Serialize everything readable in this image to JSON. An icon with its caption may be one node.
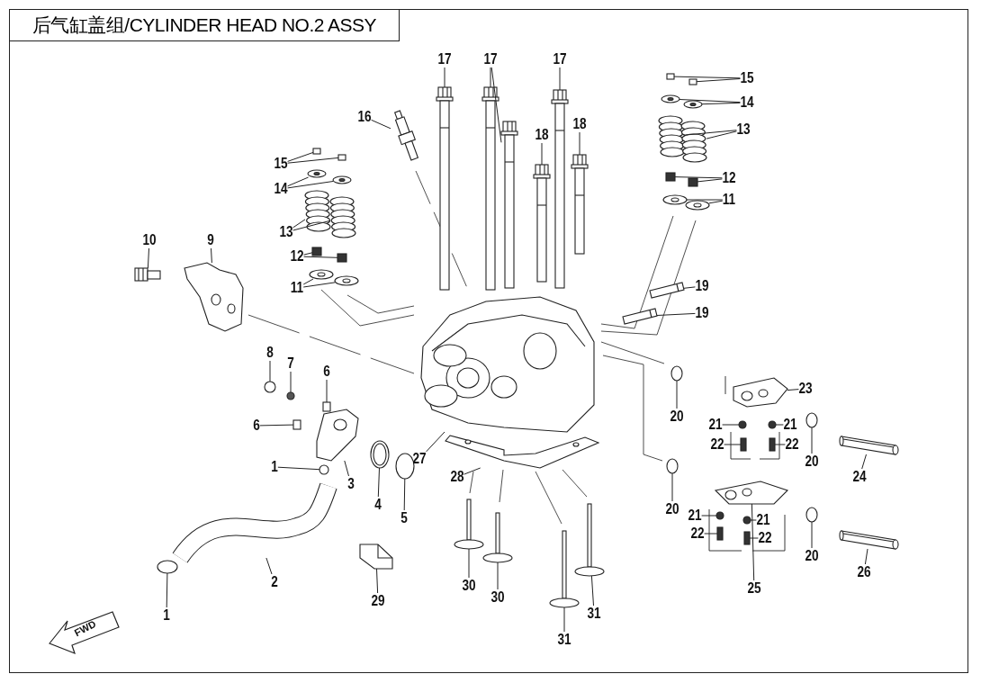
{
  "diagram": {
    "title": "后气缸盖组/CYLINDER HEAD NO.2 ASSY",
    "nodes": [
      {
        "text": [
          "17"
        ]
      },
      {
        "text": [
          "17"
        ]
      },
      {
        "text": [
          "17"
        ]
      },
      {
        "text": [
          "15"
        ]
      },
      {
        "text": [
          "16"
        ]
      },
      {
        "text": [
          "14"
        ]
      },
      {
        "text": [
          "18"
        ]
      },
      {
        "text": [
          "18"
        ]
      },
      {
        "text": [
          "13"
        ]
      },
      {
        "text": [
          "15"
        ]
      },
      {
        "text": [
          "14"
        ]
      },
      {
        "text": [
          "12"
        ]
      },
      {
        "text": [
          "11"
        ]
      },
      {
        "text": [
          "13"
        ]
      },
      {
        "text": [
          "10"
        ]
      },
      {
        "text": [
          "9"
        ]
      },
      {
        "text": [
          "12"
        ]
      },
      {
        "text": [
          "11"
        ]
      },
      {
        "text": [
          "19"
        ]
      },
      {
        "text": [
          "19"
        ]
      },
      {
        "text": [
          "8"
        ]
      },
      {
        "text": [
          "7"
        ]
      },
      {
        "text": [
          "6"
        ]
      },
      {
        "text": [
          "23"
        ]
      },
      {
        "text": [
          "20"
        ]
      },
      {
        "text": [
          "6"
        ]
      },
      {
        "text": [
          "27"
        ]
      },
      {
        "text": [
          "21"
        ]
      },
      {
        "text": [
          "21"
        ]
      },
      {
        "text": [
          "22"
        ]
      },
      {
        "text": [
          "22"
        ]
      },
      {
        "text": [
          "20"
        ]
      },
      {
        "text": [
          "28"
        ]
      },
      {
        "text": [
          "1"
        ]
      },
      {
        "text": [
          "3"
        ]
      },
      {
        "text": [
          "24"
        ]
      },
      {
        "text": [
          "4"
        ]
      },
      {
        "text": [
          "5"
        ]
      },
      {
        "text": [
          "20"
        ]
      },
      {
        "text": [
          "21"
        ]
      },
      {
        "text": [
          "21"
        ]
      },
      {
        "text": [
          "22"
        ]
      },
      {
        "text": [
          "22"
        ]
      },
      {
        "text": [
          "20"
        ]
      },
      {
        "text": [
          "2"
        ]
      },
      {
        "text": [
          "25"
        ]
      },
      {
        "text": [
          "26"
        ]
      },
      {
        "text": [
          "30"
        ]
      },
      {
        "text": [
          "30"
        ]
      },
      {
        "text": [
          "29"
        ]
      },
      {
        "text": [
          "31"
        ]
      },
      {
        "text": [
          "1"
        ]
      },
      {
        "text": [
          "31"
        ]
      },
      {
        "text": [],
        "shape": "picture"
      },
      {
        "text": [],
        "shape": "picture"
      },
      {
        "text": [],
        "shape": "picture"
      },
      {
        "text": [],
        "shape": "picture"
      },
      {
        "text": [],
        "shape": "box"
      },
      {
        "text": [],
        "shape": "box"
      },
      {
        "text": [],
        "shape": "picture"
      },
      {
        "text": [],
        "shape": "picture"
      },
      {
        "text": [],
        "shape": "picture"
      },
      {
        "text": [],
        "shape": "picture"
      },
      {
        "text": [],
        "shape": "picture"
      },
      {
        "text": [],
        "shape": "picture"
      },
      {
        "text": [],
        "shape": "picture"
      },
      {
        "text": [],
        "shape": "box"
      },
      {
        "text": [],
        "shape": "box"
      },
      {
        "text": [],
        "shape": "picture"
      },
      {
        "text": [],
        "shape": "picture"
      },
      {
        "text": [],
        "shape": "box"
      },
      {
        "text": [],
        "shape": "box"
      },
      {
        "text": [],
        "shape": "picture"
      },
      {
        "text": [],
        "shape": "picture"
      },
      {
        "text": [],
        "shape": "picture"
      },
      {
        "text": [],
        "shape": "picture"
      },
      {
        "text": [],
        "shape": "picture"
      },
      {
        "text": [],
        "shape": "picture"
      },
      {
        "text": [],
        "shape": "box"
      },
      {
        "text": [],
        "shape": "box"
      },
      {
        "text": [],
        "shape": "picture"
      },
      {
        "text": [],
        "shape": "picture"
      },
      {
        "text": [],
        "shape": "picture"
      },
      {
        "text": [],
        "shape": "picture"
      },
      {
        "text": [],
        "shape": "circle"
      },
      {
        "text": [],
        "shape": "circle"
      },
      {
        "text": [],
        "shape": "box"
      },
      {
        "text": [],
        "shape": "picture"
      },
      {
        "text": [],
        "shape": "circle"
      },
      {
        "text": [],
        "shape": "box"
      },
      {
        "text": [],
        "shape": "picture"
      },
      {
        "text": [],
        "shape": "circle"
      },
      {
        "text": [],
        "shape": "circle"
      },
      {
        "text": [],
        "shape": "box"
      },
      {
        "text": [],
        "shape": "box"
      },
      {
        "text": [],
        "shape": "circle"
      },
      {
        "text": [],
        "shape": "picture"
      },
      {
        "text": [],
        "shape": "circle"
      },
      {
        "text": [],
        "shape": "picture"
      },
      {
        "text": [],
        "shape": "picture"
      },
      {
        "text": [],
        "shape": "picture"
      },
      {
        "text": [],
        "shape": "circle"
      },
      {
        "text": [],
        "shape": "circle"
      },
      {
        "text": [],
        "shape": "circle"
      },
      {
        "text": [],
        "shape": "circle"
      },
      {
        "text": [],
        "shape": "box"
      },
      {
        "text": [],
        "shape": "box"
      },
      {
        "text": [],
        "shape": "circle"
      },
      {
        "text": [],
        "shape": "picture"
      },
      {
        "text": [],
        "shape": "picture"
      },
      {
        "text": [],
        "shape": "picture"
      },
      {
        "text": [],
        "shape": "picture"
      },
      {
        "text": [],
        "shape": "picture"
      },
      {
        "text": [],
        "shape": "picture"
      },
      {
        "text": [],
        "shape": "picture"
      },
      {
        "text": [],
        "shape": "circle"
      },
      {
        "text": [],
        "shape": "picture"
      }
    ],
    "edges": [
      {
        "from": 0,
        "to": 53,
        "arrow": "none"
      },
      {
        "from": 1,
        "to": 54,
        "arrow": "none"
      },
      {
        "from": 1,
        "to": 55,
        "arrow": "none"
      },
      {
        "from": 2,
        "to": 56,
        "arrow": "none"
      },
      {
        "from": 3,
        "to": 57,
        "arrow": "none"
      },
      {
        "from": 3,
        "to": 58,
        "arrow": "none"
      },
      {
        "from": 4,
        "to": 59,
        "arrow": "none"
      },
      {
        "from": 5,
        "to": 60,
        "arrow": "none"
      },
      {
        "from": 5,
        "to": 61,
        "arrow": "none"
      },
      {
        "from": 6,
        "to": 62,
        "arrow": "none"
      },
      {
        "from": 7,
        "to": 63,
        "arrow": "none"
      },
      {
        "from": 8,
        "to": 64,
        "arrow": "none"
      },
      {
        "from": 8,
        "to": 65,
        "arrow": "none"
      },
      {
        "from": 9,
        "to": 66,
        "arrow": "none"
      },
      {
        "from": 9,
        "to": 67,
        "arrow": "none"
      },
      {
        "from": 10,
        "to": 68,
        "arrow": "none"
      },
      {
        "from": 10,
        "to": 69,
        "arrow": "none"
      },
      {
        "from": 11,
        "to": 70,
        "arrow": "none"
      },
      {
        "from": 11,
        "to": 71,
        "arrow": "none"
      },
      {
        "from": 12,
        "to": 72,
        "arrow": "none"
      },
      {
        "from": 12,
        "to": 73,
        "arrow": "none"
      },
      {
        "from": 13,
        "to": 74,
        "arrow": "none"
      },
      {
        "from": 13,
        "to": 75,
        "arrow": "none"
      },
      {
        "from": 14,
        "to": 76,
        "arrow": "none"
      },
      {
        "from": 15,
        "to": 77,
        "arrow": "none"
      },
      {
        "from": 16,
        "to": 78,
        "arrow": "none"
      },
      {
        "from": 16,
        "to": 79,
        "arrow": "none"
      },
      {
        "from": 17,
        "to": 80,
        "arrow": "none"
      },
      {
        "from": 17,
        "to": 81,
        "arrow": "none"
      },
      {
        "from": 18,
        "to": 82,
        "arrow": "none"
      },
      {
        "from": 19,
        "to": 83,
        "arrow": "none"
      },
      {
        "from": 20,
        "to": 84,
        "arrow": "none"
      },
      {
        "from": 21,
        "to": 85,
        "arrow": "none"
      },
      {
        "from": 22,
        "to": 86,
        "arrow": "none"
      },
      {
        "from": 23,
        "to": 87,
        "arrow": "none"
      },
      {
        "from": 24,
        "to": 88,
        "arrow": "none"
      },
      {
        "from": 25,
        "to": 89,
        "arrow": "none"
      },
      {
        "from": 26,
        "to": 90,
        "arrow": "none"
      },
      {
        "from": 27,
        "to": 91,
        "arrow": "none"
      },
      {
        "from": 28,
        "to": 92,
        "arrow": "none"
      },
      {
        "from": 29,
        "to": 93,
        "arrow": "none"
      },
      {
        "from": 30,
        "to": 94,
        "arrow": "none"
      },
      {
        "from": 31,
        "to": 95,
        "arrow": "none"
      },
      {
        "from": 32,
        "to": 96,
        "arrow": "none"
      },
      {
        "from": 33,
        "to": 97,
        "arrow": "none"
      },
      {
        "from": 34,
        "to": 98,
        "arrow": "none"
      },
      {
        "from": 35,
        "to": 99,
        "arrow": "none"
      },
      {
        "from": 36,
        "to": 100,
        "arrow": "none"
      },
      {
        "from": 37,
        "to": 101,
        "arrow": "none"
      },
      {
        "from": 38,
        "to": 102,
        "arrow": "none"
      },
      {
        "from": 39,
        "to": 103,
        "arrow": "none"
      },
      {
        "from": 40,
        "to": 104,
        "arrow": "none"
      },
      {
        "from": 41,
        "to": 105,
        "arrow": "none"
      },
      {
        "from": 42,
        "to": 106,
        "arrow": "none"
      },
      {
        "from": 43,
        "to": 107,
        "arrow": "none"
      },
      {
        "from": 44,
        "to": 108,
        "arrow": "none"
      },
      {
        "from": 45,
        "to": 109,
        "arrow": "none"
      },
      {
        "from": 46,
        "to": 110,
        "arrow": "none"
      },
      {
        "from": 47,
        "to": 111,
        "arrow": "none"
      },
      {
        "from": 48,
        "to": 112,
        "arrow": "none"
      },
      {
        "from": 49,
        "to": 113,
        "arrow": "none"
      },
      {
        "from": 50,
        "to": 114,
        "arrow": "none"
      },
      {
        "from": 51,
        "to": 115,
        "arrow": "none"
      },
      {
        "from": 52,
        "to": 116,
        "arrow": "none"
      }
    ],
    "labels": [
      "FWD"
    ]
  }
}
